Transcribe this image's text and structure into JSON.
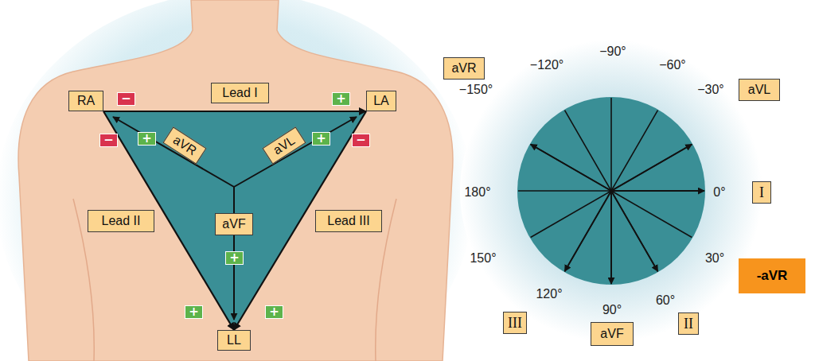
{
  "diagram": {
    "nodes": [
      {
        "text": [
          "RA"
        ]
      },
      {
        "text": [
          "LA"
        ]
      },
      {
        "text": [
          "Lead I"
        ]
      },
      {
        "text": [
          "aVR"
        ]
      },
      {
        "text": [
          "aVL"
        ]
      },
      {
        "text": [
          "aVF"
        ]
      },
      {
        "text": [
          "Lead II"
        ]
      },
      {
        "text": [
          "Lead III"
        ]
      },
      {
        "text": [
          "LL"
        ]
      },
      {
        "text": [
          "−"
        ]
      },
      {
        "text": [
          "−"
        ]
      },
      {
        "text": [
          "+"
        ]
      },
      {
        "text": [
          "+"
        ]
      },
      {
        "text": [
          "+"
        ]
      },
      {
        "text": [
          "−"
        ]
      },
      {
        "text": [
          "+"
        ]
      },
      {
        "text": [
          "+"
        ]
      },
      {
        "text": [
          "+"
        ]
      },
      {
        "text": [
          "aVR"
        ]
      },
      {
        "text": [
          "aVL"
        ]
      },
      {
        "text": [
          "I"
        ]
      },
      {
        "text": [
          "-aVR"
        ]
      },
      {
        "text": [
          "III"
        ]
      },
      {
        "text": [
          "aVF"
        ]
      },
      {
        "text": [
          "II"
        ]
      }
    ],
    "edges": [
      {
        "from": 0,
        "to": 1,
        "arrow": "to"
      },
      {
        "from": 0,
        "to": 8,
        "arrow": "to"
      },
      {
        "from": 1,
        "to": 8,
        "arrow": "to"
      }
    ],
    "labels": [
      "−90°",
      "−120°",
      "−60°",
      "−150°",
      "−30°",
      "180°",
      "0°",
      "150°",
      "30°",
      "120°",
      "90°",
      "60°"
    ]
  }
}
